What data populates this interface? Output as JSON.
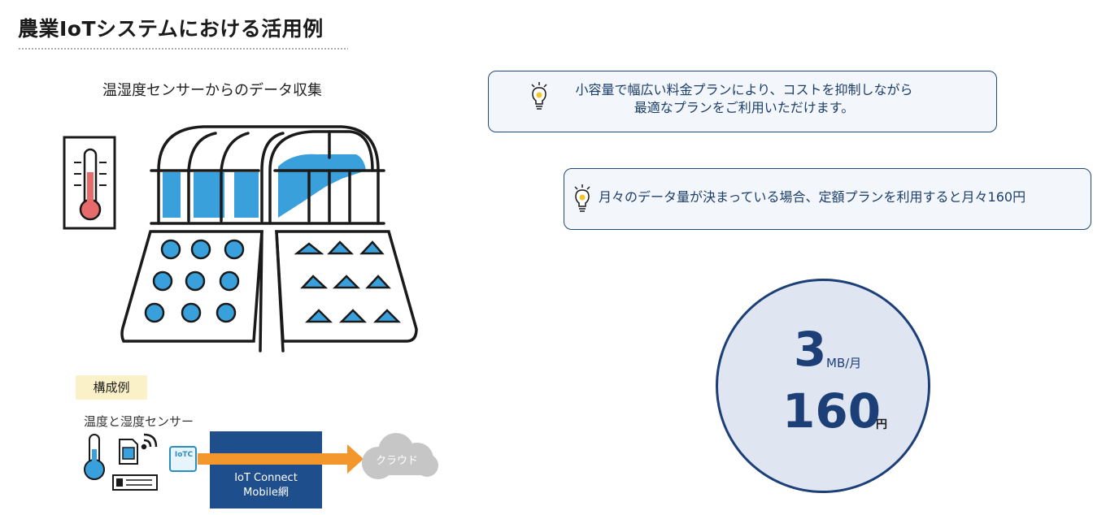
{
  "page": {
    "title": "農業IoTシステムにおける活用例"
  },
  "left": {
    "heading": "温湿度センサーからのデータ収集",
    "config_label": "構成例",
    "sensor_label": "温度と湿度センサー",
    "chip_label": "IoTC",
    "network_label_line1": "IoT Connect",
    "network_label_line2": "Mobile網",
    "cloud_label": "クラウド"
  },
  "callouts": {
    "first_line1": "小容量で幅広い料金プランにより、コストを抑制しながら",
    "first_line2": "最適なプランをご利用いただけます。",
    "second": "月々のデータ量が決まっている場合、定額プランを利用すると月々160円"
  },
  "plan": {
    "data_amount": "3",
    "data_unit": "MB/月",
    "price": "160",
    "price_unit": "円"
  },
  "colors": {
    "navy": "#1d3f78",
    "accent_blue": "#3aa0dc",
    "arrow_orange": "#f3962b",
    "cloud_gray": "#c6c6c6",
    "badge_yellow": "#fbf1c8"
  },
  "icons": [
    "thermometer-icon",
    "greenhouse-icon",
    "lightbulb-icon",
    "signal-icon",
    "sim-card-icon",
    "cloud-icon"
  ]
}
